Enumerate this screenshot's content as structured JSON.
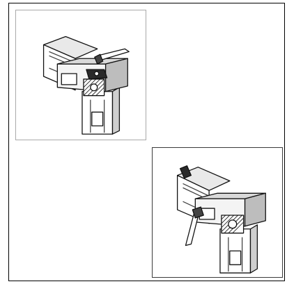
{
  "figure": {
    "panels": [
      {
        "name": "clamp-lever-up",
        "lever": "horizontal"
      },
      {
        "name": "clamp-lever-down",
        "lever": "angled-down"
      }
    ]
  }
}
